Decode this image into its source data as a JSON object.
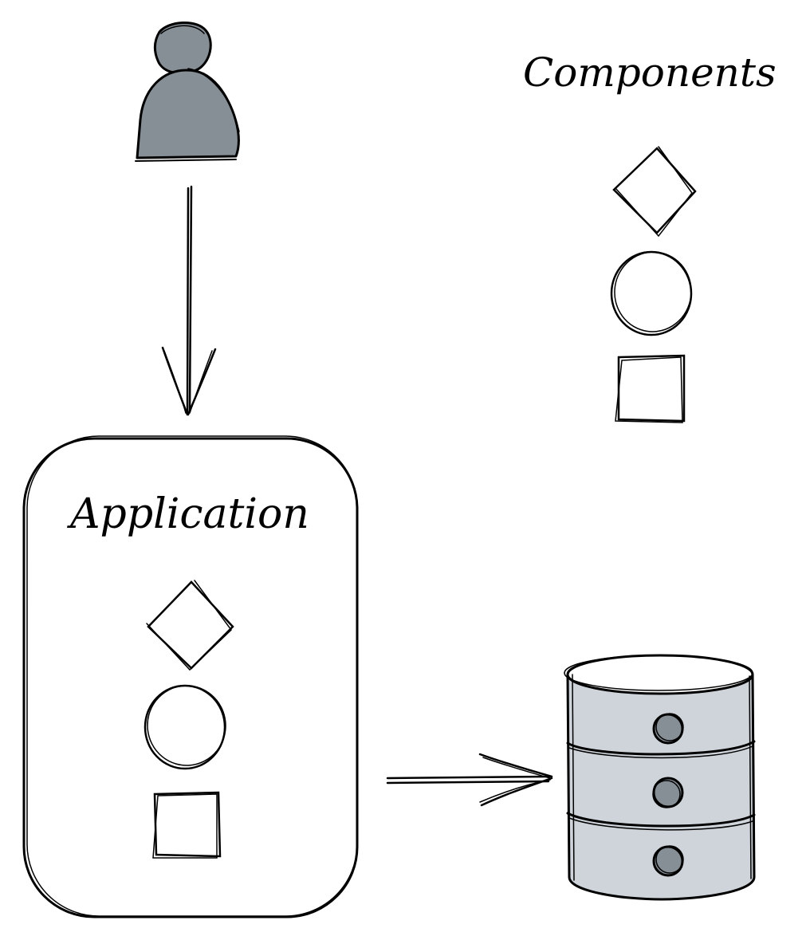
{
  "labels": {
    "components_title": "Components",
    "application_title": "Application"
  },
  "icons": {
    "user": "user-icon",
    "database": "database-icon",
    "diamond": "diamond-shape",
    "circle": "circle-shape",
    "square": "square-shape",
    "arrow": "arrow"
  },
  "colors": {
    "stroke": "#000000",
    "user_fill": "#868e96",
    "database_fill": "#ced4da",
    "database_knob": "#868e96",
    "background": "#ffffff"
  }
}
